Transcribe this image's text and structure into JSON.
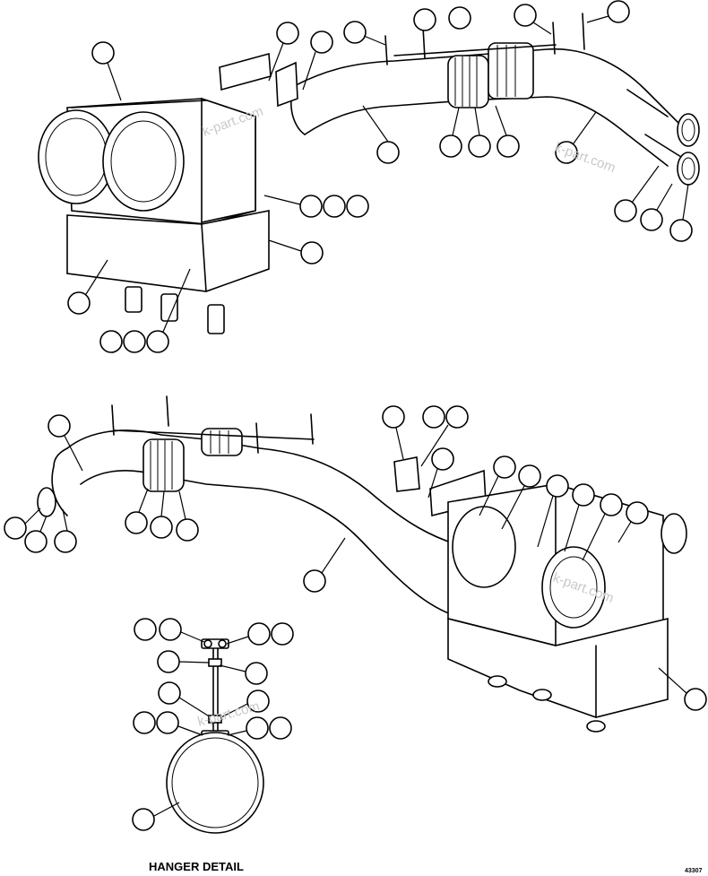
{
  "caption": "HANGER DETAIL",
  "drawing_number": "43307",
  "watermark": "k-part.com",
  "colors": {
    "line": "#000000",
    "background": "#ffffff",
    "watermark": "#c8c8c8"
  }
}
